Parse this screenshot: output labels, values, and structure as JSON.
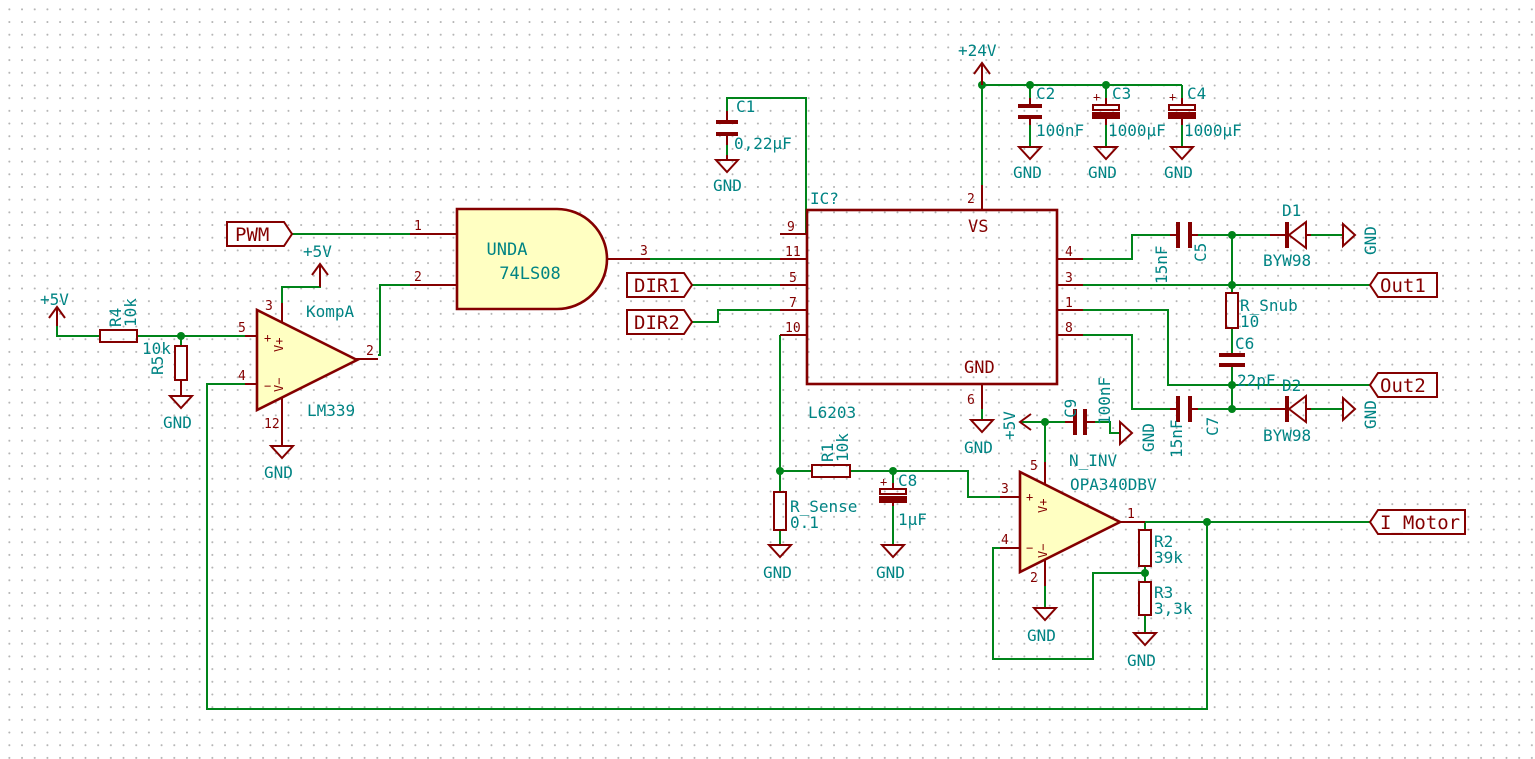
{
  "colors": {
    "wire": "#00841a",
    "symbol": "#840000",
    "symbol_fill": "#ffffc2",
    "text": "#008484",
    "background": "#ffffff"
  },
  "power": {
    "v5_left": "+5V",
    "v5_comp": "+5V",
    "v24": "+24V",
    "v5_opamp": "+5V",
    "gnd": "GND"
  },
  "labels": {
    "pwm": "PWM",
    "dir1": "DIR1",
    "dir2": "DIR2",
    "out1": "Out1",
    "out2": "Out2",
    "i_motor": "I_Motor"
  },
  "components": {
    "r4": {
      "ref": "R4",
      "value": "10k"
    },
    "r5": {
      "ref": "R5",
      "value": "10k"
    },
    "comparator": {
      "name": "KompA",
      "part": "LM339",
      "pin_pos": "5",
      "pin_neg": "4",
      "pin_out": "2",
      "pin_vcc": "3",
      "pin_gnd": "12"
    },
    "gate": {
      "name": "UNDA",
      "part": "74LS08",
      "pin_a": "1",
      "pin_b": "2",
      "pin_y": "3"
    },
    "c1": {
      "ref": "C1",
      "value": "0,22µF"
    },
    "c2": {
      "ref": "C2",
      "value": "100nF"
    },
    "c3": {
      "ref": "C3",
      "value": "1000µF"
    },
    "c4": {
      "ref": "C4",
      "value": "1000µF"
    },
    "driver": {
      "ref": "IC?",
      "part": "L6203",
      "vs": "VS",
      "gnd": "GND",
      "pins": {
        "p9": "9",
        "p11": "11",
        "p5": "5",
        "p7": "7",
        "p10": "10",
        "p2": "2",
        "p6": "6",
        "p4": "4",
        "p3": "3",
        "p1": "1",
        "p8": "8"
      }
    },
    "c5": {
      "ref": "C5",
      "value": "15nF"
    },
    "c7": {
      "ref": "C7",
      "value": "15nF"
    },
    "c6": {
      "ref": "C6",
      "value": "22pF"
    },
    "rsnub": {
      "ref": "R_Snub",
      "value": "10"
    },
    "d1": {
      "ref": "D1",
      "value": "BYW98"
    },
    "d2": {
      "ref": "D2",
      "value": "BYW98"
    },
    "r1": {
      "ref": "R1",
      "value": "10k"
    },
    "rsense": {
      "ref": "R_Sense",
      "value": "0.1"
    },
    "c8": {
      "ref": "C8",
      "value": "1µF"
    },
    "c9": {
      "ref": "C9",
      "value": "100nF"
    },
    "opamp": {
      "name": "N_INV",
      "part": "OPA340DBV",
      "pin_pos": "3",
      "pin_neg": "4",
      "pin_out": "1",
      "pin_vcc": "5",
      "pin_gnd": "2"
    },
    "r2": {
      "ref": "R2",
      "value": "39k"
    },
    "r3": {
      "ref": "R3",
      "value": "3,3k"
    }
  }
}
